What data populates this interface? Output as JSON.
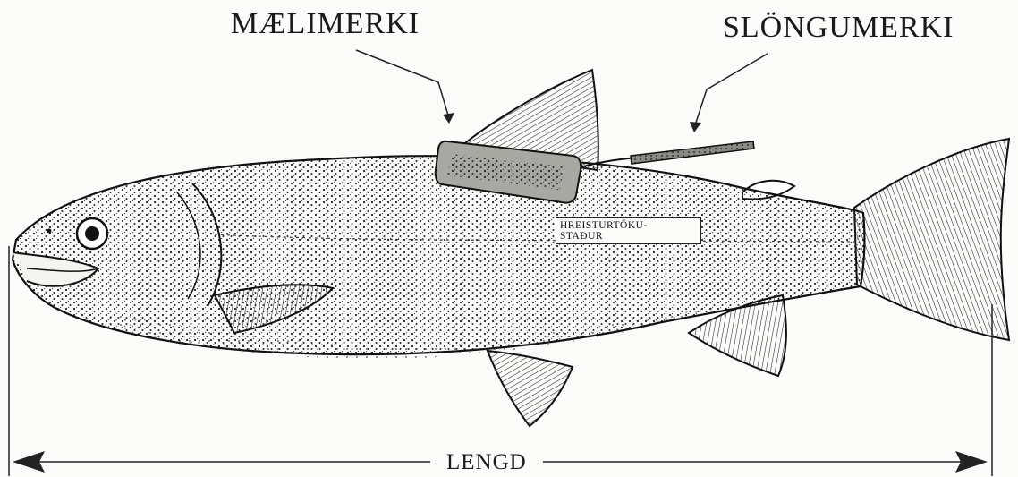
{
  "labels": {
    "measuring_tag": "MÆLIMERKI",
    "tube_tag": "SLÖNGUMERKI",
    "scale_sample_site_line1": "HREISTURTÖKU-",
    "scale_sample_site_line2": "STAÐUR",
    "length": "LENGD"
  },
  "colors": {
    "ink": "#1a1a1a",
    "paper": "#fbfbf9",
    "tag_fill": "#8a8a85"
  }
}
